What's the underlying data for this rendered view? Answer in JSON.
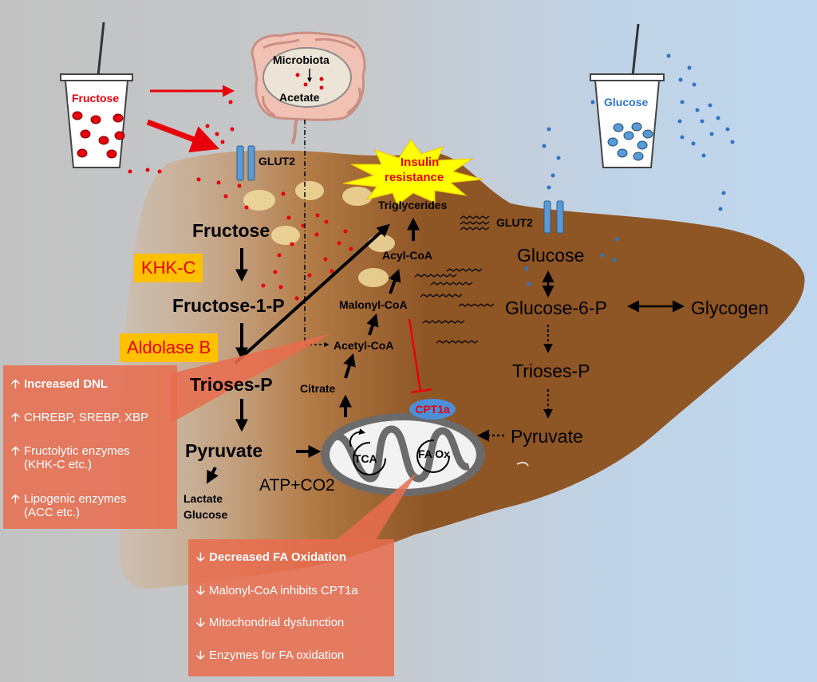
{
  "cups": {
    "left_label": "Fructose",
    "right_label": "Glucose"
  },
  "gut": {
    "top": "Microbiota",
    "bottom": "Acetate"
  },
  "transporters": {
    "left": "GLUT2",
    "right": "GLUT2"
  },
  "burst": {
    "line1": "Insulin",
    "line2": "resistance"
  },
  "fructose_pathway": {
    "fructose": "Fructose",
    "khk": "KHK-C",
    "fructose_1p": "Fructose-1-P",
    "aldolase": "Aldolase B",
    "trioses": "Trioses-P",
    "pyruvate": "Pyruvate",
    "lactate": "Lactate",
    "glucose": "Glucose",
    "atp": "ATP+CO2"
  },
  "lipogenesis": {
    "triglycerides": "Triglycerides",
    "acyl_coa": "Acyl-CoA",
    "malonyl_coa": "Malonyl-CoA",
    "acetyl_coa": "Acetyl-CoA",
    "citrate": "Citrate",
    "tca": "TCA",
    "fa_ox": "FA Ox",
    "cpt1a": "CPT1a"
  },
  "glucose_pathway": {
    "glucose": "Glucose",
    "glucose_6p": "Glucose-6-P",
    "glycogen": "Glycogen",
    "trioses": "Trioses-P",
    "pyruvate": "Pyruvate"
  },
  "callout_dnl": {
    "title": "Increased DNL",
    "item1": "CHREBP, SREBP, XBP",
    "item2_line1": "Fructolytic enzymes",
    "item2_line2": "(KHK-C etc.)",
    "item3_line1": "Lipogenic enzymes",
    "item3_line2": "(ACC etc.)"
  },
  "callout_fa": {
    "title": "Decreased FA Oxidation",
    "item1": "Malonyl-CoA inhibits CPT1a",
    "item2": "Mitochondrial dysfunction",
    "item3": "Enzymes for FA oxidation"
  },
  "colors": {
    "liver": "#8e5525",
    "fructose_red": "#e8000b",
    "glucose_blue": "#2e75c6",
    "enzyme_box": "#ffc000",
    "callout": "#e96c4e",
    "glut": "#5b9bd5"
  }
}
